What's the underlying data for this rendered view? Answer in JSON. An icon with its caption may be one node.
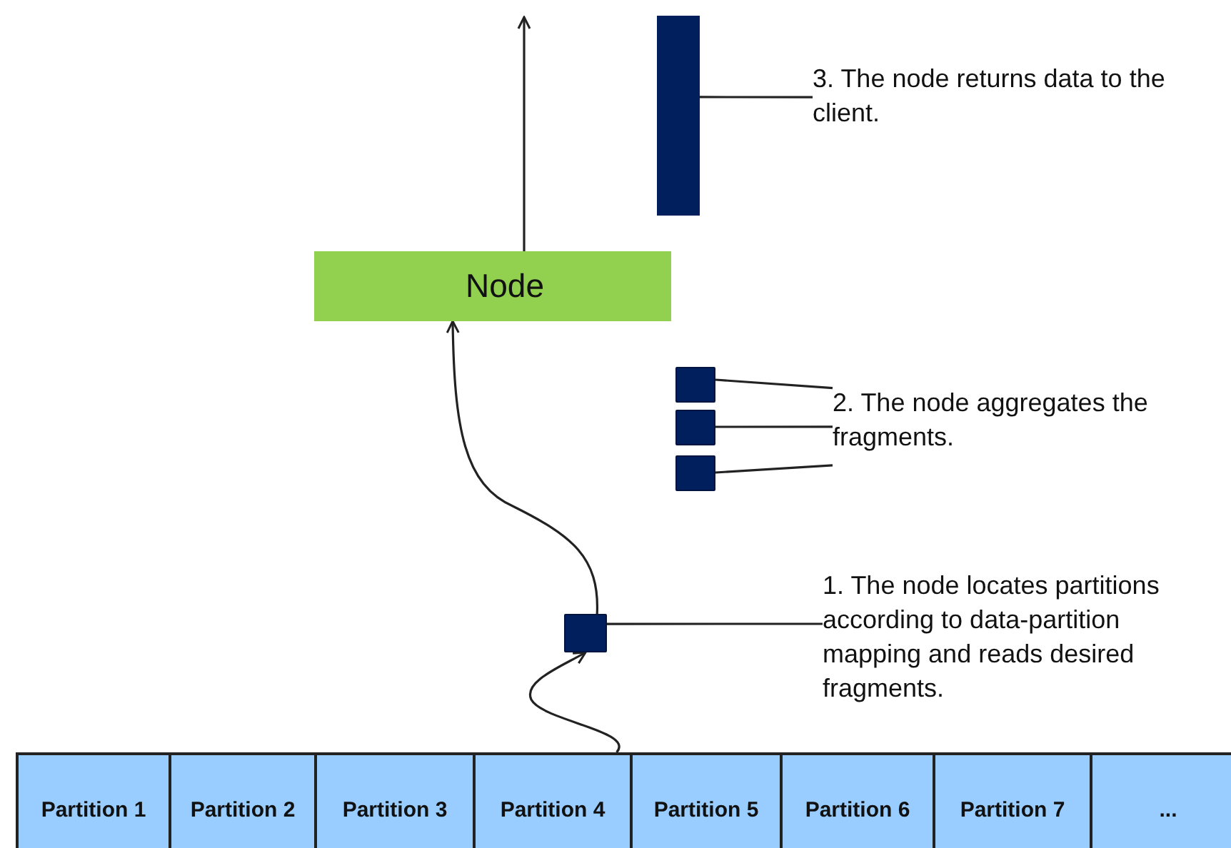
{
  "diagram": {
    "nodes": [
      {
        "text": [],
        "shape": "bar"
      },
      {
        "text": [
          "3. The node returns data to the client."
        ]
      },
      {
        "text": [
          "Node"
        ]
      },
      {
        "text": [],
        "shape": "box"
      },
      {
        "text": [],
        "shape": "box"
      },
      {
        "text": [],
        "shape": "box"
      },
      {
        "text": [
          "2. The node aggregates the fragments."
        ]
      },
      {
        "text": [],
        "shape": "box"
      },
      {
        "text": [
          "1. The node locates partitions according to data-partition mapping and reads desired fragments."
        ]
      },
      {
        "text": [
          "Partition 1"
        ]
      },
      {
        "text": [
          "Partition 2"
        ]
      },
      {
        "text": [
          "Partition 3"
        ]
      },
      {
        "text": [
          "Partition 4"
        ]
      },
      {
        "text": [
          "Partition 5"
        ]
      },
      {
        "text": [
          "Partition 6"
        ]
      },
      {
        "text": [
          "Partition 7"
        ]
      },
      {
        "text": [
          "..."
        ]
      }
    ],
    "edges": [
      {
        "from": 2,
        "to": null,
        "arrow": "to"
      },
      {
        "from": 1,
        "to": 0,
        "arrow": "none"
      },
      {
        "from": 6,
        "to": 3,
        "arrow": "none"
      },
      {
        "from": 6,
        "to": 4,
        "arrow": "none"
      },
      {
        "from": 6,
        "to": 5,
        "arrow": "none"
      },
      {
        "from": 8,
        "to": 7,
        "arrow": "none"
      },
      {
        "from": 12,
        "to": 7,
        "arrow": "to"
      },
      {
        "from": 7,
        "to": 2,
        "arrow": "to"
      }
    ]
  }
}
